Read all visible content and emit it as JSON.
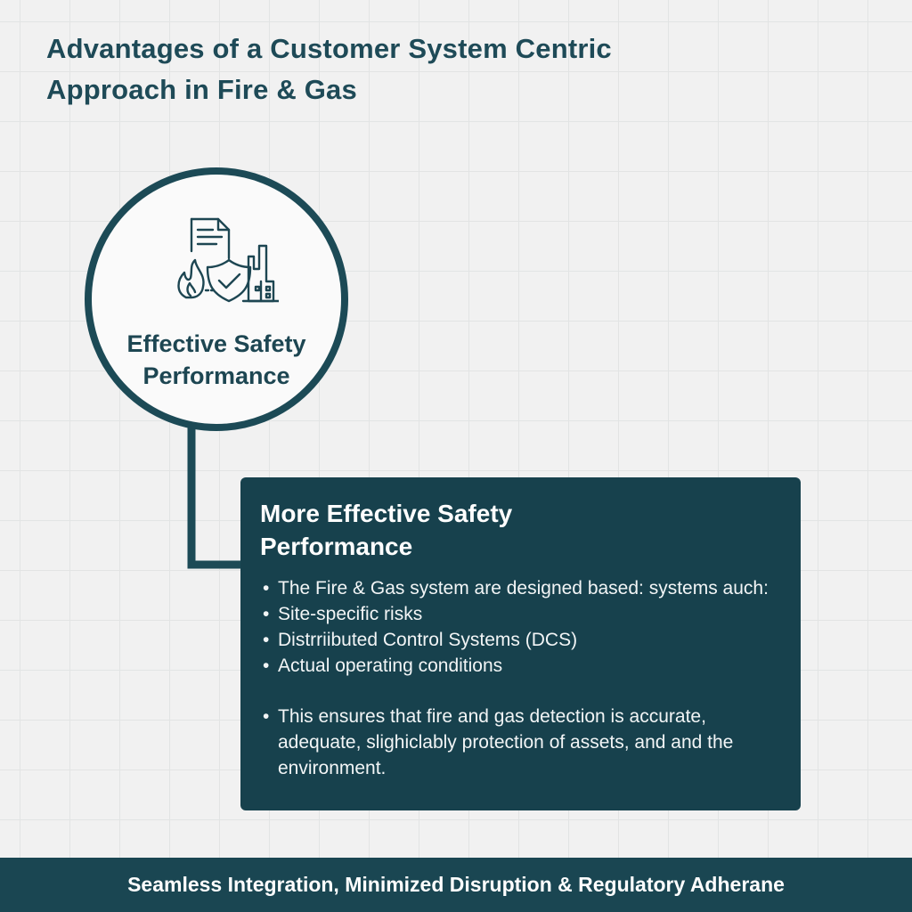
{
  "title": {
    "line1": "Advantages of a Customer System Centric",
    "line2": "Approach in Fire & Gas"
  },
  "circle": {
    "icon": "document-fire-shield-factory-icon",
    "label_line1": "Effective Safety",
    "label_line2": "Performance"
  },
  "card": {
    "title_line1": "More Effective Safety",
    "title_line2": "Performance",
    "bullets": [
      "The Fire & Gas system are designed based: systems auch:",
      "Site-specific risks",
      "Distrriibuted Control Systems (DCS)",
      "Actual operating conditions",
      "This ensures that fire and gas detection is accurate, adequate, slighiclably protection of assets, and and the environment."
    ]
  },
  "footer": {
    "text": "Seamless Integration, Minimized Disruption & Regulatory Adherane"
  },
  "colors": {
    "primary_teal": "#1c4a56",
    "card_background": "#17414d",
    "page_background": "#f1f1f1"
  }
}
